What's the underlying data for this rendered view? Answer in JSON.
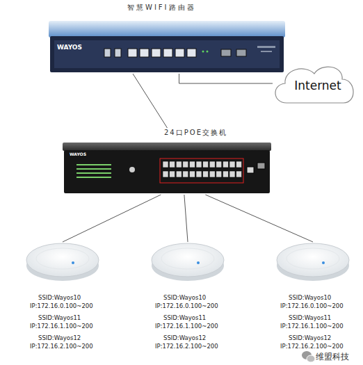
{
  "diagram": {
    "nodes": [
      {
        "text": [
          "智慧WIFI路由器"
        ]
      },
      {
        "text": [
          "Internet"
        ]
      },
      {
        "text": [
          "24口POE交换机"
        ]
      },
      {
        "text": [
          "SSID:Wayos10",
          "IP:172.16.0.100~200",
          "SSID:Wayos11",
          "IP:172.16.1.100~200",
          "SSID:Wayos12",
          "IP:172.16.2.100~200"
        ]
      },
      {
        "text": [
          "SSID:Wayos10",
          "IP:172.16.0.100~200",
          "SSID:Wayos11",
          "IP:172.16.1.100~200",
          "SSID:Wayos12",
          "IP:172.16.2.100~200"
        ]
      },
      {
        "text": [
          "SSID:Wayos10",
          "IP:172.16.0.100~200",
          "SSID:Wayos11",
          "IP:172.16.1.100~200",
          "SSID:Wayos12",
          "IP:172.16.2.100~200"
        ]
      }
    ],
    "edges": [
      {
        "from": 0,
        "to": 1,
        "arrow": "none"
      },
      {
        "from": 0,
        "to": 2,
        "arrow": "none"
      },
      {
        "from": 2,
        "to": 3,
        "arrow": "none"
      },
      {
        "from": 2,
        "to": 4,
        "arrow": "none"
      },
      {
        "from": 2,
        "to": 5,
        "arrow": "none"
      }
    ],
    "labels": [
      "WAYOS",
      "WAYOS",
      "维盟科技"
    ]
  }
}
